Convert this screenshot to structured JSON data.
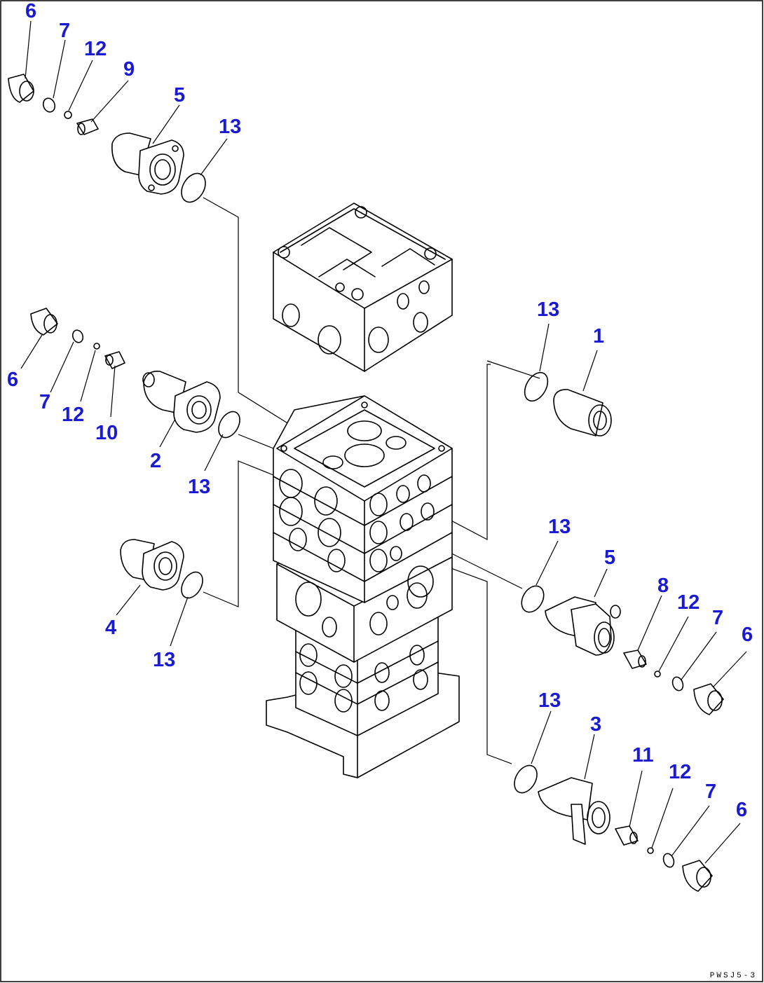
{
  "diagram": {
    "accent_color": "#1a1ad2",
    "drawing_code": "PWSJ5-3",
    "callouts": [
      {
        "id": "c6-tl",
        "label": "6"
      },
      {
        "id": "c7-tl",
        "label": "7"
      },
      {
        "id": "c12-tl",
        "label": "12"
      },
      {
        "id": "c9",
        "label": "9"
      },
      {
        "id": "c5-tl",
        "label": "5"
      },
      {
        "id": "c13-tl",
        "label": "13"
      },
      {
        "id": "c6-ml",
        "label": "6"
      },
      {
        "id": "c7-ml",
        "label": "7"
      },
      {
        "id": "c12-ml",
        "label": "12"
      },
      {
        "id": "c10",
        "label": "10"
      },
      {
        "id": "c2",
        "label": "2"
      },
      {
        "id": "c13-ml",
        "label": "13"
      },
      {
        "id": "c4",
        "label": "4"
      },
      {
        "id": "c13-bl",
        "label": "13"
      },
      {
        "id": "c13-tr",
        "label": "13"
      },
      {
        "id": "c1",
        "label": "1"
      },
      {
        "id": "c13-mr",
        "label": "13"
      },
      {
        "id": "c5-mr",
        "label": "5"
      },
      {
        "id": "c8",
        "label": "8"
      },
      {
        "id": "c12-mr",
        "label": "12"
      },
      {
        "id": "c7-mr",
        "label": "7"
      },
      {
        "id": "c6-mr",
        "label": "6"
      },
      {
        "id": "c13-br",
        "label": "13"
      },
      {
        "id": "c3",
        "label": "3"
      },
      {
        "id": "c11",
        "label": "11"
      },
      {
        "id": "c12-br",
        "label": "12"
      },
      {
        "id": "c7-br",
        "label": "7"
      },
      {
        "id": "c6-br",
        "label": "6"
      }
    ]
  }
}
